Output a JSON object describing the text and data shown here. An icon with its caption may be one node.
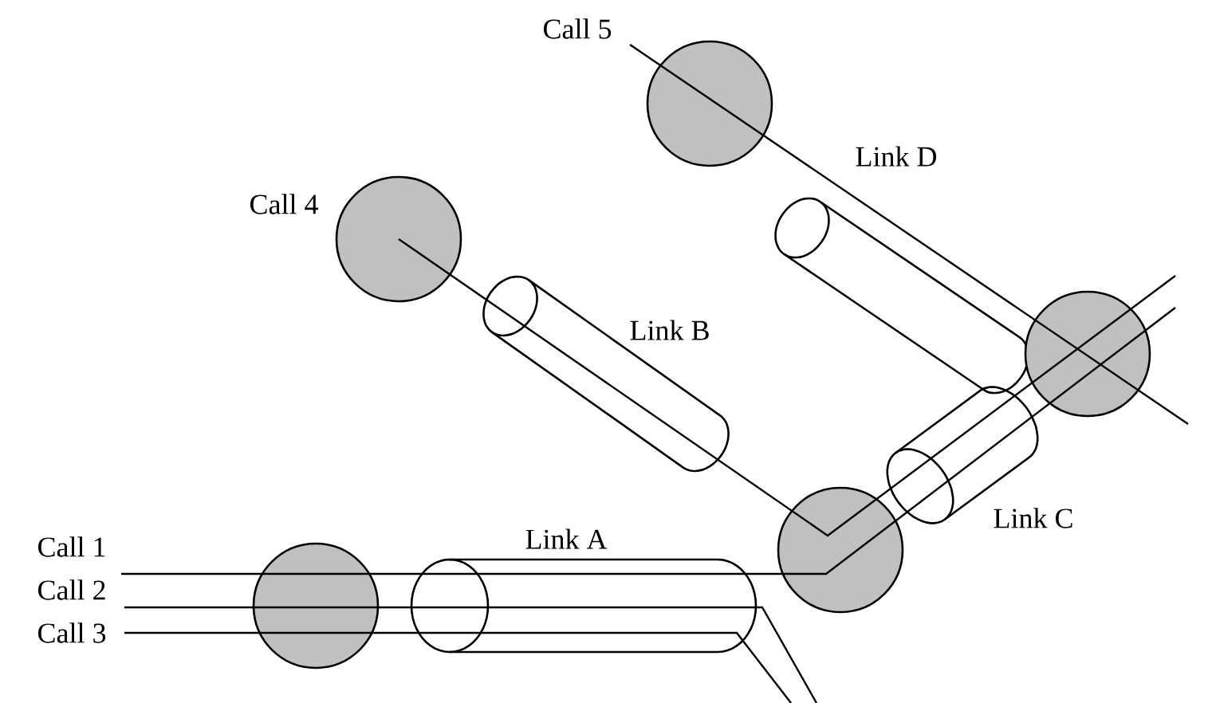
{
  "diagram": {
    "nodes": [
      {
        "text": [
          "Call 5"
        ]
      },
      {
        "text": [],
        "shape": "circle"
      },
      {
        "text": [
          "Link D"
        ]
      },
      {
        "text": [],
        "shape": "circle",
        "beside": [
          "Call 4"
        ]
      },
      {
        "text": [
          "Link B"
        ]
      },
      {
        "text": [],
        "shape": "circle"
      },
      {
        "text": [
          "Link C"
        ]
      },
      {
        "text": [],
        "shape": "circle"
      },
      {
        "text": [
          "Call 1"
        ]
      },
      {
        "text": [
          "Call 2"
        ]
      },
      {
        "text": [
          "Call 3"
        ]
      },
      {
        "text": [],
        "shape": "circle"
      },
      {
        "text": [
          "Link A"
        ]
      }
    ],
    "edges": [
      {
        "from": 0,
        "to": null,
        "arrow": "none"
      },
      {
        "from": 3,
        "to": null,
        "arrow": "none"
      },
      {
        "from": 8,
        "to": null,
        "arrow": "none"
      },
      {
        "from": 9,
        "to": null,
        "arrow": "none"
      },
      {
        "from": 10,
        "to": null,
        "arrow": "none"
      }
    ]
  }
}
